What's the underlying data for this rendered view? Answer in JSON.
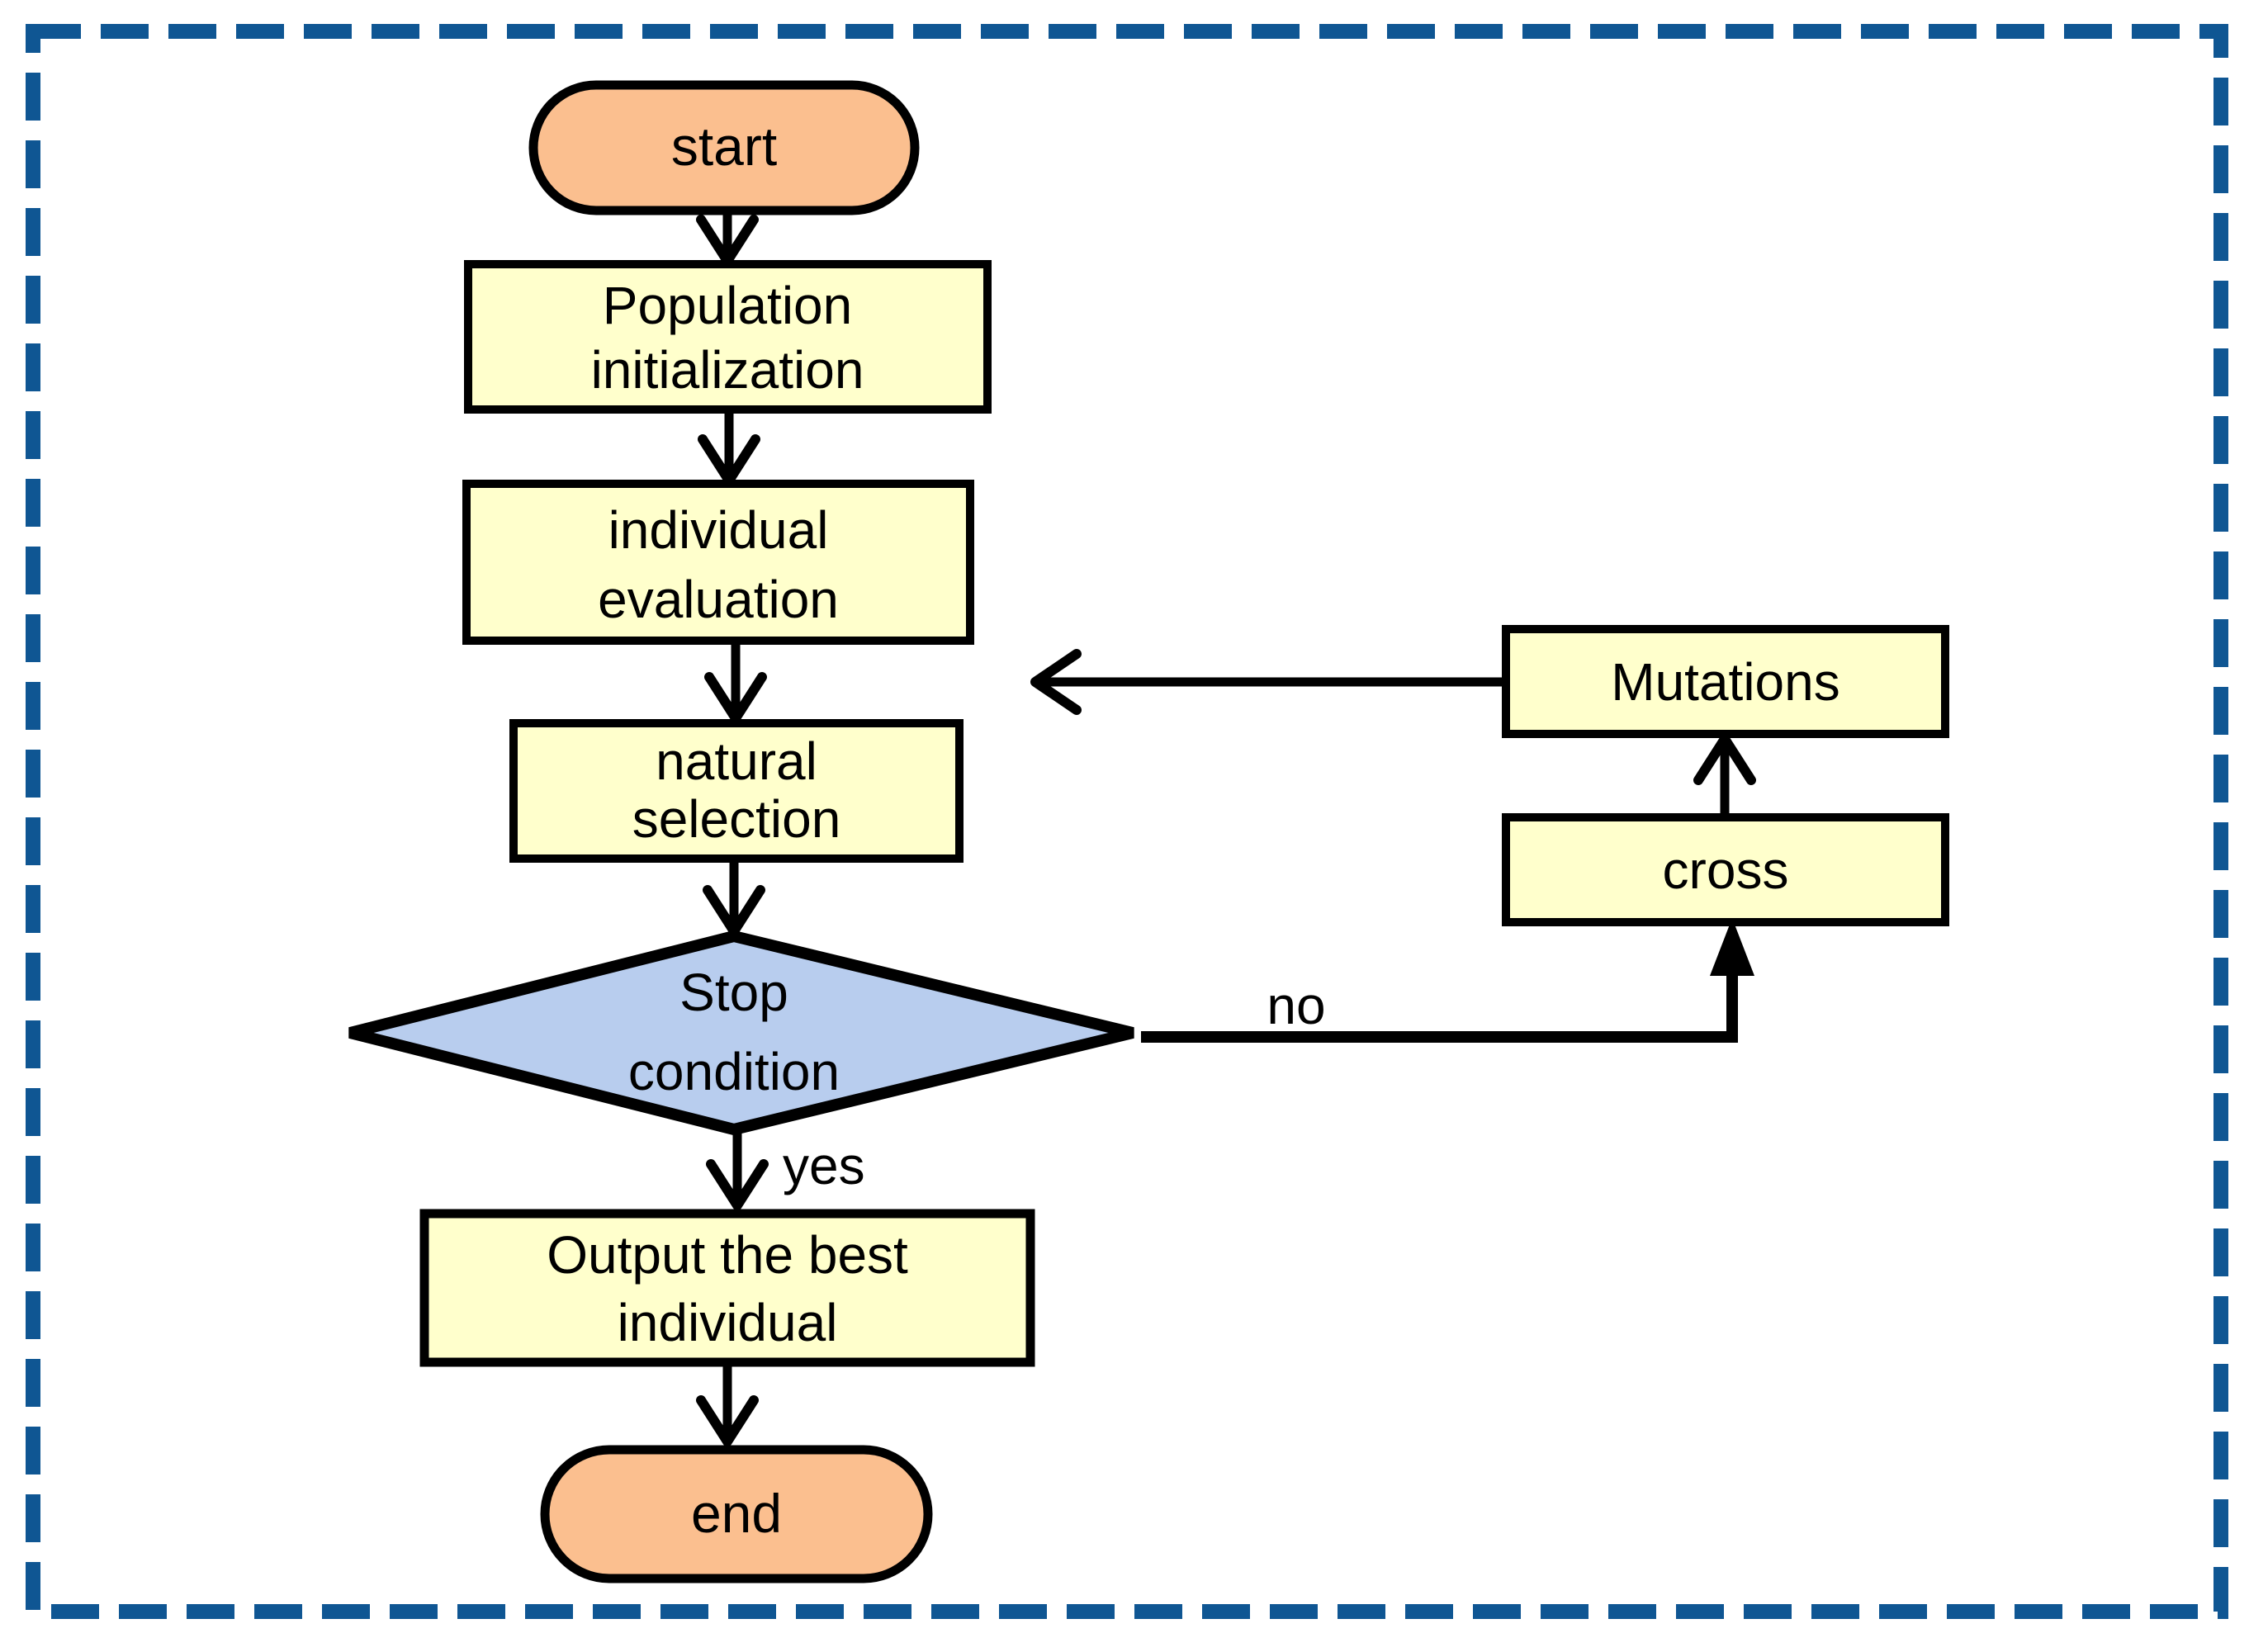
{
  "flowchart": {
    "nodes": {
      "start": {
        "label": "start",
        "fill": "#FBBF8F"
      },
      "population_initialization": {
        "line1": "Population",
        "line2": "initialization",
        "fill": "#FFFFCC"
      },
      "individual_evaluation": {
        "line1": "individual",
        "line2": "evaluation",
        "fill": "#FFFFCC"
      },
      "natural_selection": {
        "line1": "natural",
        "line2": "selection",
        "fill": "#FFFFCC"
      },
      "stop_condition": {
        "line1": "Stop",
        "line2": "condition",
        "fill": "#B8CDEE"
      },
      "output_best_individual": {
        "line1": "Output the best",
        "line2": "individual",
        "fill": "#FFFFCC"
      },
      "end": {
        "label": "end",
        "fill": "#FBBF8F"
      },
      "mutations": {
        "label": "Mutations",
        "fill": "#FFFFCC"
      },
      "cross": {
        "label": "cross",
        "fill": "#FFFFCC"
      }
    },
    "edge_labels": {
      "yes": "yes",
      "no": "no"
    },
    "colors": {
      "border": "#0F5693",
      "stroke": "#000000",
      "text": "#000000"
    }
  }
}
